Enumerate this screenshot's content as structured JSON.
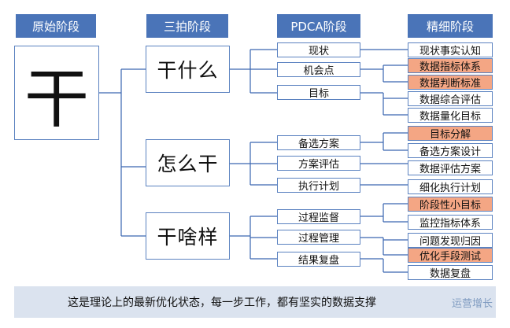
{
  "headers": {
    "col1": "原始阶段",
    "col2": "三拍阶段",
    "col3": "PDCA阶段",
    "col4": "精细阶段"
  },
  "root": "干",
  "stages": [
    {
      "label": "干什么",
      "pdca": [
        "现状",
        "机会点",
        "目标"
      ],
      "fine": [
        {
          "label": "现状事实认知",
          "highlight": false
        },
        {
          "label": "数据指标体系",
          "highlight": true
        },
        {
          "label": "数据判断标准",
          "highlight": true
        },
        {
          "label": "数据综合评估",
          "highlight": false
        },
        {
          "label": "数据量化目标",
          "highlight": false
        }
      ]
    },
    {
      "label": "怎么干",
      "pdca": [
        "备选方案",
        "方案评估",
        "执行计划"
      ],
      "fine": [
        {
          "label": "目标分解",
          "highlight": true
        },
        {
          "label": "备选方案设计",
          "highlight": false
        },
        {
          "label": "数据评估方案",
          "highlight": false
        },
        {
          "label": "细化执行计划",
          "highlight": false
        }
      ]
    },
    {
      "label": "干啥样",
      "pdca": [
        "过程监督",
        "过程管理",
        "结果复盘"
      ],
      "fine": [
        {
          "label": "阶段性小目标",
          "highlight": true
        },
        {
          "label": "监控指标体系",
          "highlight": false
        },
        {
          "label": "问题发现归因",
          "highlight": false
        },
        {
          "label": "优化手段测试",
          "highlight": true
        },
        {
          "label": "数据复盘",
          "highlight": false
        }
      ]
    }
  ],
  "banner": "这是理论上的最新优化状态，每一步工作，都有坚实的数据支撑",
  "watermark": "运营增长",
  "colors": {
    "header": "#4a74b8",
    "border": "#5b82c0",
    "line": "#3a66b0",
    "highlight": "#f4a684",
    "banner": "#dbe3ef"
  }
}
